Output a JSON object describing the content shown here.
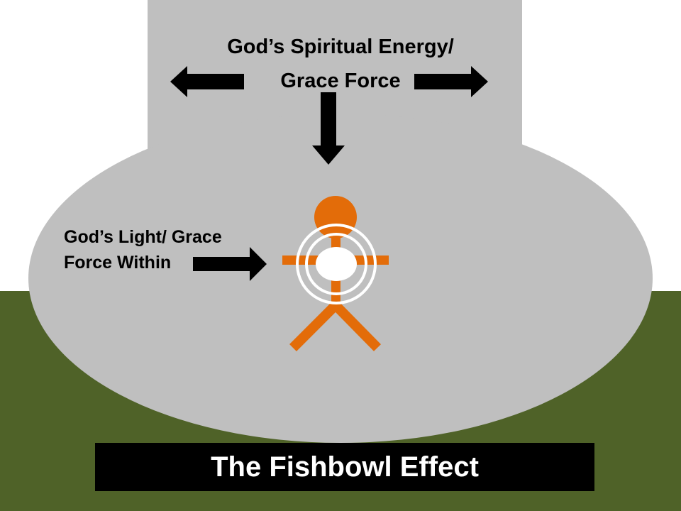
{
  "colors": {
    "background": "#ffffff",
    "ground": "#4f6228",
    "bowl": "#bfbfbf",
    "figure": "#e36c09",
    "arrow": "#000000",
    "rings": "#ffffff"
  },
  "labels": {
    "top_line1": "God’s Spiritual Energy/",
    "top_line2": "Grace Force",
    "left_line1": "God’s Light/ Grace",
    "left_line2": "Force Within"
  },
  "title": "The Fishbowl Effect"
}
